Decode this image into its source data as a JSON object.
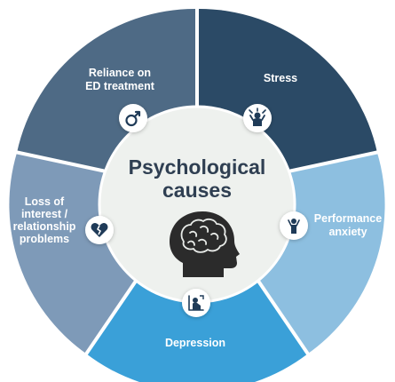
{
  "title": {
    "line1": "Psychological",
    "line2": "causes"
  },
  "segments": [
    {
      "id": "reliance",
      "lines": [
        "Reliance on",
        "ED treatment"
      ],
      "color": "#4e6a85",
      "icon": "male-symbol-icon"
    },
    {
      "id": "stress",
      "lines": [
        "Stress"
      ],
      "color": "#2b4a66",
      "icon": "stressed-person-icon"
    },
    {
      "id": "performance",
      "lines": [
        "Performance",
        "anxiety"
      ],
      "color": "#8dbfe0",
      "icon": "anxious-person-icon"
    },
    {
      "id": "depression",
      "lines": [
        "Depression"
      ],
      "color": "#3aa0d8",
      "icon": "sad-sitting-person-icon"
    },
    {
      "id": "loss",
      "lines": [
        "Loss of",
        "interest /",
        "relationship",
        "problems"
      ],
      "color": "#7e9ab8",
      "icon": "broken-heart-icon"
    }
  ],
  "colors": {
    "center_fill": "#eef1ee",
    "title_text": "#2f3f52",
    "head_icon": "#2b2b2b",
    "brain_icon": "#e8ebe8"
  },
  "center_icon": "head-with-brain-icon"
}
